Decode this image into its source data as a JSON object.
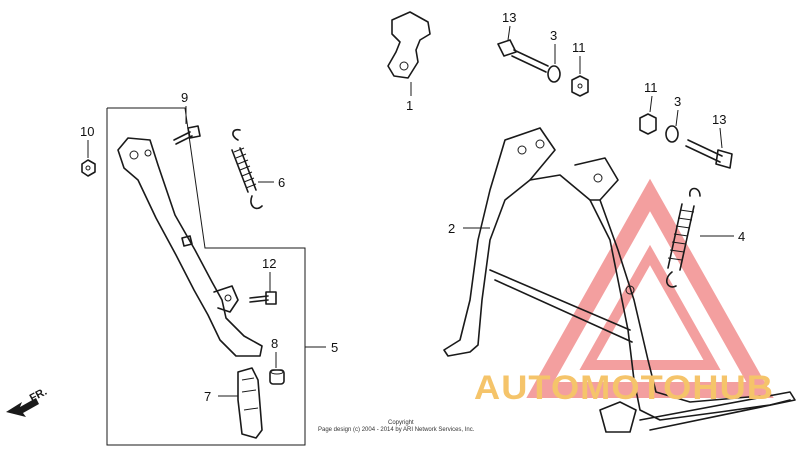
{
  "callouts": [
    {
      "id": "1",
      "label": "1"
    },
    {
      "id": "2",
      "label": "2"
    },
    {
      "id": "3a",
      "label": "3"
    },
    {
      "id": "3b",
      "label": "3"
    },
    {
      "id": "4",
      "label": "4"
    },
    {
      "id": "5",
      "label": "5"
    },
    {
      "id": "6",
      "label": "6"
    },
    {
      "id": "7",
      "label": "7"
    },
    {
      "id": "8",
      "label": "8"
    },
    {
      "id": "9",
      "label": "9"
    },
    {
      "id": "10",
      "label": "10"
    },
    {
      "id": "11a",
      "label": "11"
    },
    {
      "id": "11b",
      "label": "11"
    },
    {
      "id": "12",
      "label": "12"
    },
    {
      "id": "13a",
      "label": "13"
    },
    {
      "id": "13b",
      "label": "13"
    }
  ],
  "direction_label": "FR.",
  "copyright": {
    "line1": "Copyright",
    "line2": "Page design (c) 2004 - 2014 by ARI Network Services, Inc."
  },
  "watermark": {
    "text": "AUTOMOTOHUB",
    "triangle_color": "#f08080",
    "text_color": "#f5c46a"
  }
}
